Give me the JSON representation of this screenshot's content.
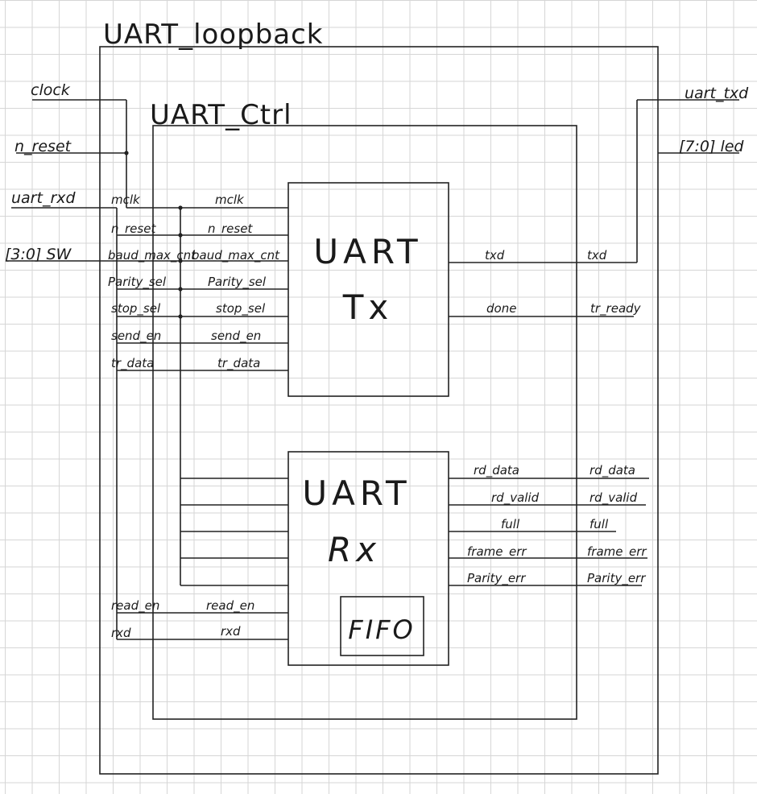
{
  "top_module": {
    "name": "UART_loopback"
  },
  "ctrl_module": {
    "name": "UART_Ctrl"
  },
  "external_inputs": [
    "clock",
    "n_reset",
    "uart_rxd",
    "[3:0] SW"
  ],
  "external_outputs": [
    "uart_txd",
    "[7:0] led"
  ],
  "ctrl_ports_left": [
    "mclk",
    "n_reset",
    "baud_max_cnt",
    "Parity_sel",
    "stop_sel",
    "send_en",
    "tr_data",
    "read_en",
    "rxd"
  ],
  "tx": {
    "line1": "UART",
    "line2": "Tx",
    "inputs": [
      "mclk",
      "n_reset",
      "baud_max_cnt",
      "Parity_sel",
      "stop_sel",
      "send_en",
      "tr_data"
    ],
    "outputs": [
      "txd",
      "done"
    ]
  },
  "ctrl_tx_outputs": [
    "txd",
    "tr_ready"
  ],
  "rx": {
    "line1": "UART",
    "line2": "Rx",
    "fifo": "FIFO",
    "inputs": [
      "read_en",
      "rxd"
    ],
    "outputs": [
      "rd_data",
      "rd_valid",
      "full",
      "frame_err",
      "Parity_err"
    ]
  },
  "ctrl_rx_outputs": [
    "rd_data",
    "rd_valid",
    "full",
    "frame_err",
    "Parity_err"
  ]
}
